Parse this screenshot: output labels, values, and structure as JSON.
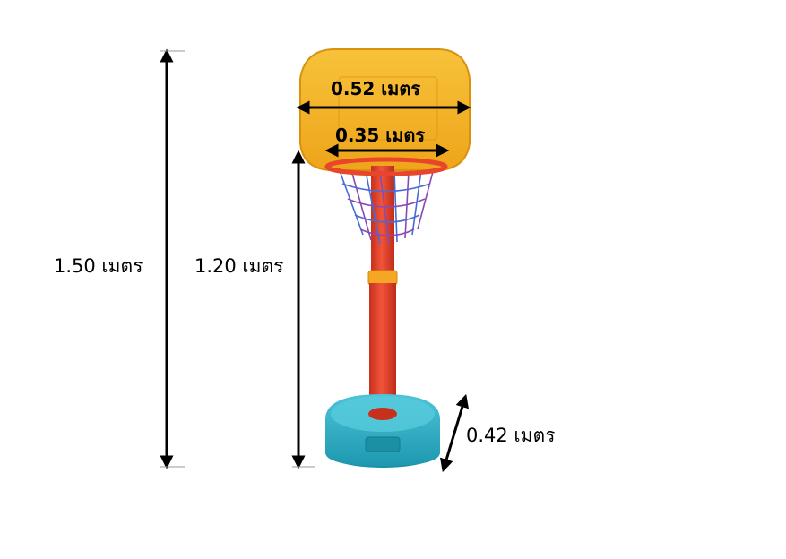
{
  "labels": {
    "total_height": "1.50 เมตร",
    "hoop_height": "1.20 เมตร",
    "backboard_width": "0.52 เมตร",
    "hoop_diameter": "0.35 เมตร",
    "base_diameter": "0.42 เมตร"
  },
  "colors": {
    "backboard": "#f5b51e",
    "backboard_edge": "#d9920e",
    "rim": "#e8452a",
    "pole": "#e8432a",
    "pole_collar": "#f5a623",
    "base": "#2bb3c9",
    "base_dark": "#1a8fa6",
    "net_blue": "#4a6ad6",
    "net_purple": "#8a4ab0",
    "arrow": "#000000"
  }
}
